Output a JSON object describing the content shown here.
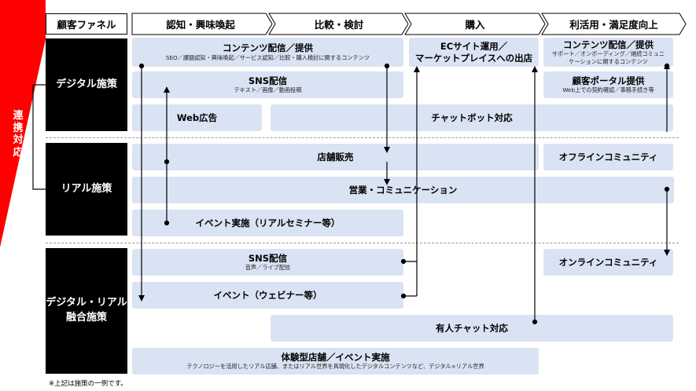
{
  "side_label": "連携対応",
  "funnel_header": {
    "first": "顧客ファネル",
    "stages": [
      "認知・興味喚起",
      "比較・検討",
      "購入",
      "利活用・満足度向上"
    ]
  },
  "categories": {
    "digital": "デジタル施策",
    "real": "リアル施策",
    "hybrid_line1": "デジタル・リアル",
    "hybrid_line2": "融合施策"
  },
  "boxes": {
    "content1_title": "コンテンツ配信／提供",
    "content1_sub": "SEO／課題認知・興味喚起／サービス認知／比較・購入検討に関するコンテンツ",
    "ec_line1": "ECサイト運用／",
    "ec_line2": "マーケットプレイスへの出店",
    "content2_title": "コンテンツ配信／提供",
    "content2_sub1": "サポート／オンボーディング／継続コミュニ",
    "content2_sub2": "ケーションに関するコンテンツ",
    "sns1_title": "SNS配信",
    "sns1_sub": "テキスト／画像／動画投稿",
    "portal_title": "顧客ポータル提供",
    "portal_sub": "Web上での契約確認／事務手続き等",
    "web_ad": "Web広告",
    "chatbot": "チャットボット対応",
    "store": "店舗販売",
    "offline_comm": "オフラインコミュニティ",
    "sales": "営業・コミュニケーション",
    "event_real": "イベント実施（リアルセミナー等）",
    "sns2_title": "SNS配信",
    "sns2_sub": "音声／ライブ配信",
    "online_comm": "オンラインコミュニティ",
    "event_web": "イベント（ウェビナー等）",
    "manned_chat": "有人チャット対応",
    "exp_title": "体験型店舗／イベント実施",
    "exp_sub": "テクノロジーを活用したリアル店舗、またはリアル世界を具現化したデジタルコンテンツなど、デジタル×リアル世界"
  },
  "note": "※上記は施策の一例です。",
  "colors": {
    "accent_red": "#ff0000",
    "box_fill": "#dae3f3",
    "category_fill": "#000000"
  }
}
